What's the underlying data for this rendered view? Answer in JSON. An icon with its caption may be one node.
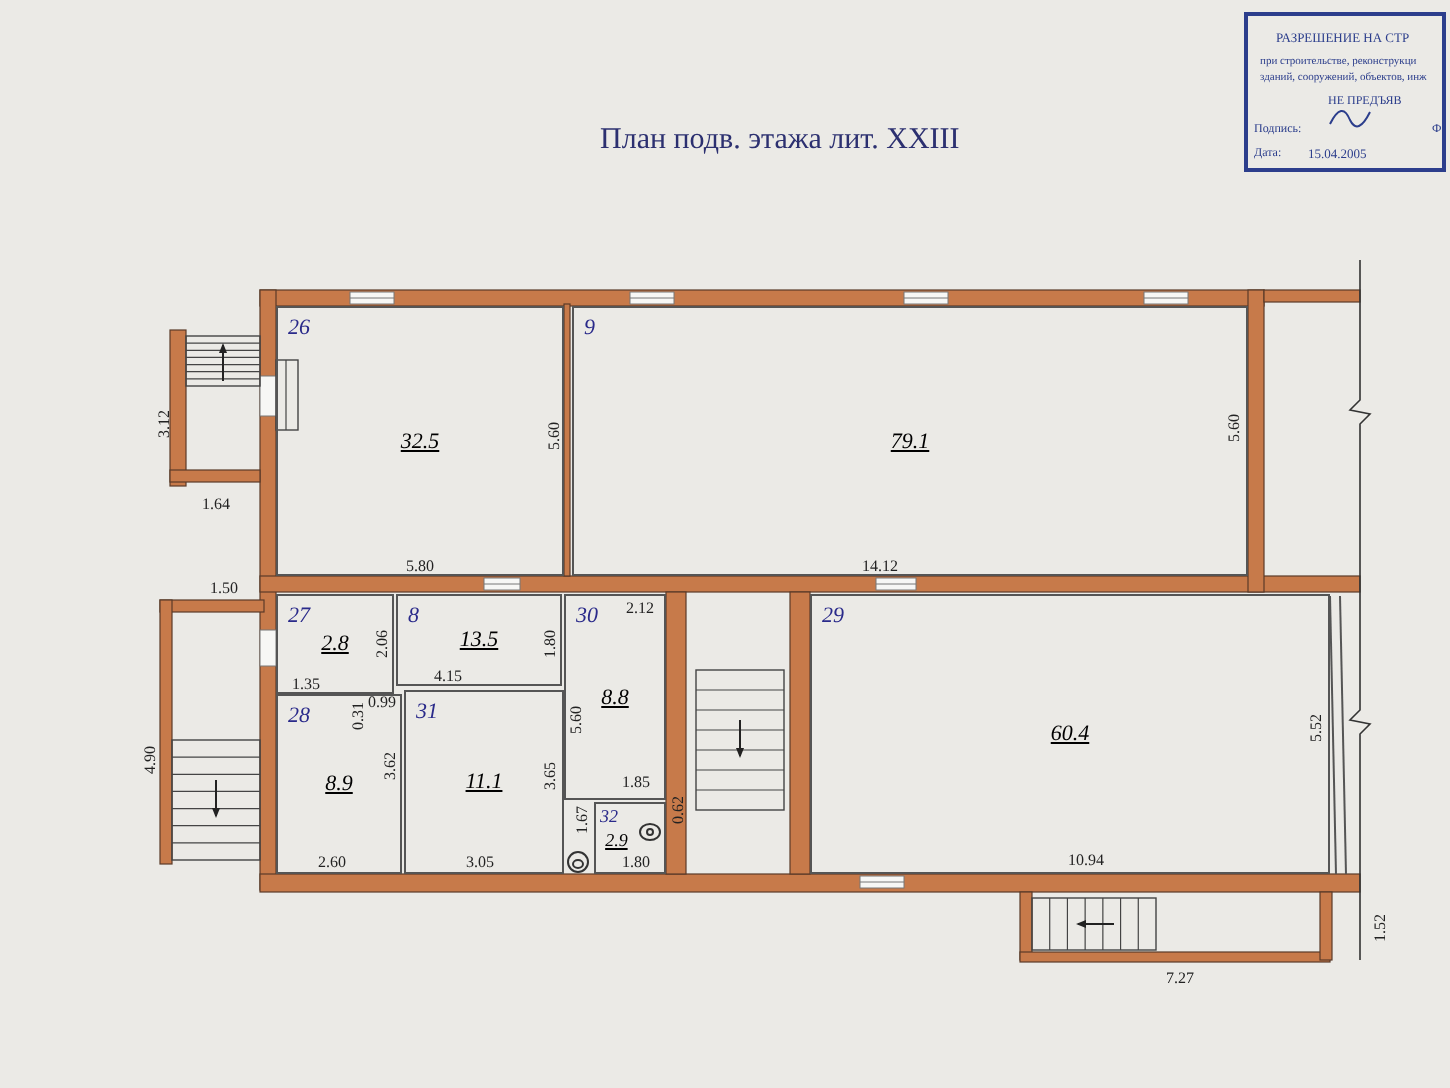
{
  "diagram": {
    "title": "План подв. этажа лит. XXIII",
    "nodes": [
      {
        "text": [
          "РАЗРЕШЕНИЕ НА СТР",
          "при строительстве, реконструкци",
          "зданий, сооружений, объектов, инж",
          "НЕ ПРЕДЪЯВ",
          "Подпись:",
          "Ф",
          "Дата:",
          "15.04.2005"
        ]
      },
      {
        "text": [
          "26",
          "32.5"
        ]
      },
      {
        "text": [
          "9",
          "79.1"
        ]
      },
      {
        "text": [
          "27",
          "2.8"
        ]
      },
      {
        "text": [
          "8",
          "13.5"
        ]
      },
      {
        "text": [
          "30",
          "8.8"
        ]
      },
      {
        "text": [
          "28",
          "8.9"
        ]
      },
      {
        "text": [
          "31",
          "11.1"
        ]
      },
      {
        "text": [
          "32",
          "2.9"
        ]
      },
      {
        "text": [
          "29",
          "60.4"
        ]
      }
    ],
    "labels": [
      "3.12",
      "1.64",
      "5.60",
      "5.60",
      "5.80",
      "14.12",
      "1.50",
      "2.12",
      "2.06",
      "1.80",
      "1.35",
      "4.15",
      "0.99",
      "0.31",
      "5.60",
      "5.52",
      "4.90",
      "3.62",
      "3.65",
      "1.85",
      "1.67",
      "0.62",
      "2.60",
      "3.05",
      "1.80",
      "10.94",
      "1.52",
      "7.27"
    ]
  }
}
